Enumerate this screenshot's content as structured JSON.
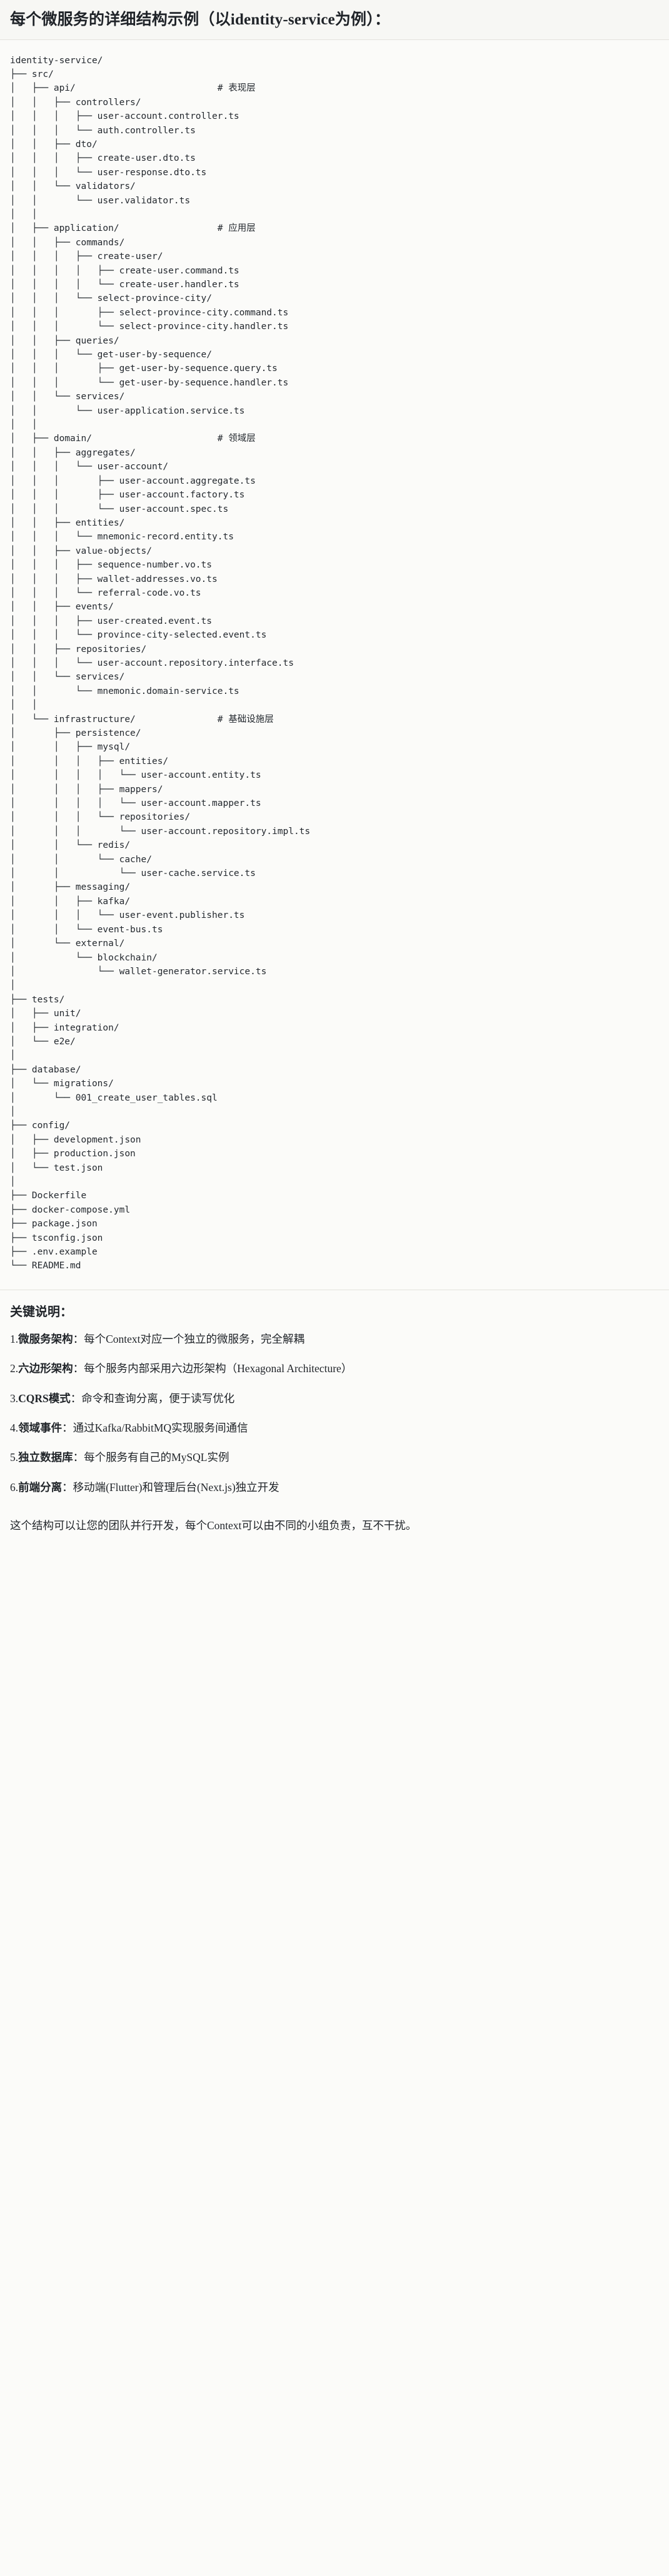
{
  "header": {
    "title": "每个微服务的详细结构示例（以identity-service为例）："
  },
  "tree": {
    "root_label": "identity-service/",
    "comments": {
      "api": "# 表现层",
      "application": "# 应用层",
      "domain": "# 领域层",
      "infrastructure": "# 基础设施层"
    },
    "text": "identity-service/\n├── src/\n│   ├── api/                          # 表现层\n│   │   ├── controllers/\n│   │   │   ├── user-account.controller.ts\n│   │   │   └── auth.controller.ts\n│   │   ├── dto/\n│   │   │   ├── create-user.dto.ts\n│   │   │   └── user-response.dto.ts\n│   │   └── validators/\n│   │       └── user.validator.ts\n│   │\n│   ├── application/                  # 应用层\n│   │   ├── commands/\n│   │   │   ├── create-user/\n│   │   │   │   ├── create-user.command.ts\n│   │   │   │   └── create-user.handler.ts\n│   │   │   └── select-province-city/\n│   │   │       ├── select-province-city.command.ts\n│   │   │       └── select-province-city.handler.ts\n│   │   ├── queries/\n│   │   │   └── get-user-by-sequence/\n│   │   │       ├── get-user-by-sequence.query.ts\n│   │   │       └── get-user-by-sequence.handler.ts\n│   │   └── services/\n│   │       └── user-application.service.ts\n│   │\n│   ├── domain/                       # 领域层\n│   │   ├── aggregates/\n│   │   │   └── user-account/\n│   │   │       ├── user-account.aggregate.ts\n│   │   │       ├── user-account.factory.ts\n│   │   │       └── user-account.spec.ts\n│   │   ├── entities/\n│   │   │   └── mnemonic-record.entity.ts\n│   │   ├── value-objects/\n│   │   │   ├── sequence-number.vo.ts\n│   │   │   ├── wallet-addresses.vo.ts\n│   │   │   └── referral-code.vo.ts\n│   │   ├── events/\n│   │   │   ├── user-created.event.ts\n│   │   │   └── province-city-selected.event.ts\n│   │   ├── repositories/\n│   │   │   └── user-account.repository.interface.ts\n│   │   └── services/\n│   │       └── mnemonic.domain-service.ts\n│   │\n│   └── infrastructure/               # 基础设施层\n│       ├── persistence/\n│       │   ├── mysql/\n│       │   │   ├── entities/\n│       │   │   │   └── user-account.entity.ts\n│       │   │   ├── mappers/\n│       │   │   │   └── user-account.mapper.ts\n│       │   │   └── repositories/\n│       │   │       └── user-account.repository.impl.ts\n│       │   └── redis/\n│       │       └── cache/\n│       │           └── user-cache.service.ts\n│       ├── messaging/\n│       │   ├── kafka/\n│       │   │   └── user-event.publisher.ts\n│       │   └── event-bus.ts\n│       └── external/\n│           └── blockchain/\n│               └── wallet-generator.service.ts\n│\n├── tests/\n│   ├── unit/\n│   ├── integration/\n│   └── e2e/\n│\n├── database/\n│   └── migrations/\n│       └── 001_create_user_tables.sql\n│\n├── config/\n│   ├── development.json\n│   ├── production.json\n│   └── test.json\n│\n├── Dockerfile\n├── docker-compose.yml\n├── package.json\n├── tsconfig.json\n├── .env.example\n└── README.md"
  },
  "keypoints": {
    "heading": "关键说明：",
    "items": [
      {
        "num": "1.",
        "term": "微服务架构",
        "sep": "：",
        "desc": "每个Context对应一个独立的微服务，完全解耦"
      },
      {
        "num": "2.",
        "term": "六边形架构",
        "sep": "：",
        "desc": "每个服务内部采用六边形架构（Hexagonal Architecture）"
      },
      {
        "num": "3.",
        "term": "CQRS模式",
        "sep": "：",
        "desc": "命令和查询分离，便于读写优化"
      },
      {
        "num": "4.",
        "term": "领域事件",
        "sep": "：",
        "desc": "通过Kafka/RabbitMQ实现服务间通信"
      },
      {
        "num": "5.",
        "term": "独立数据库",
        "sep": "：",
        "desc": "每个服务有自己的MySQL实例"
      },
      {
        "num": "6.",
        "term": "前端分离",
        "sep": "：",
        "desc": "移动端(Flutter)和管理后台(Next.js)独立开发"
      }
    ],
    "closing": "这个结构可以让您的团队并行开发，每个Context可以由不同的小组负责，互不干扰。"
  }
}
